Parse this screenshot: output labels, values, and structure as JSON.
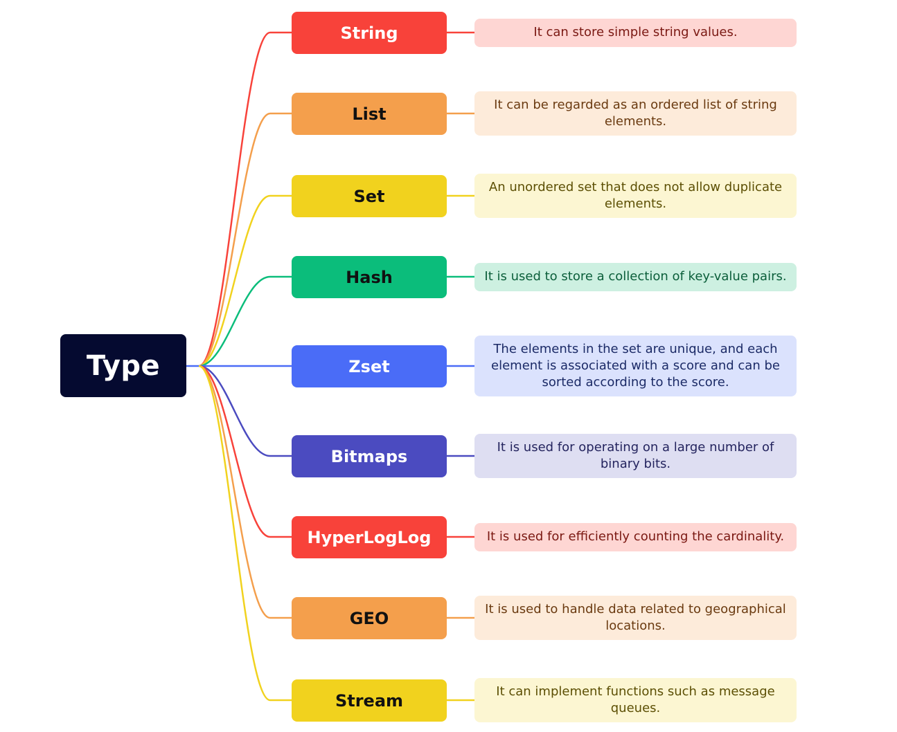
{
  "root": {
    "label": "Type",
    "color": "#050a30"
  },
  "types": [
    {
      "name": "String",
      "description": "It can store simple string values.",
      "color": "#f8423a",
      "text_color": "#ffffff",
      "desc_bg": "#fed6d3",
      "desc_text": "#7a1812"
    },
    {
      "name": "List",
      "description": "It can be regarded as an ordered list of string elements.",
      "color": "#f49f4c",
      "text_color": "#111111",
      "desc_bg": "#fdebda",
      "desc_text": "#6a3a10"
    },
    {
      "name": "Set",
      "description": "An unordered set that does not allow duplicate elements.",
      "color": "#f1d21e",
      "text_color": "#111111",
      "desc_bg": "#fcf6d2",
      "desc_text": "#5c4f04"
    },
    {
      "name": "Hash",
      "description": "It is used to store a collection of key-value pairs.",
      "color": "#0bbd7b",
      "text_color": "#111111",
      "desc_bg": "#cdf0e1",
      "desc_text": "#0b5e3a"
    },
    {
      "name": "Zset",
      "description": "The elements in the set are unique, and each element is associated with a score and can be sorted according to the score.",
      "color": "#4a6cf7",
      "text_color": "#ffffff",
      "desc_bg": "#dbe2fd",
      "desc_text": "#1b2a66"
    },
    {
      "name": "Bitmaps",
      "description": "It is used for operating on a large number of binary bits.",
      "color": "#4b4bc0",
      "text_color": "#ffffff",
      "desc_bg": "#dedef2",
      "desc_text": "#24245e"
    },
    {
      "name": "HyperLogLog",
      "description": "It is used for efficiently counting the cardinality.",
      "color": "#f8423a",
      "text_color": "#ffffff",
      "desc_bg": "#fed6d3",
      "desc_text": "#7a1812"
    },
    {
      "name": "GEO",
      "description": "It is used to handle data related to geographical locations.",
      "color": "#f49f4c",
      "text_color": "#111111",
      "desc_bg": "#fdebda",
      "desc_text": "#6a3a10"
    },
    {
      "name": "Stream",
      "description": "It can implement functions such as message queues.",
      "color": "#f1d21e",
      "text_color": "#111111",
      "desc_bg": "#fcf6d2",
      "desc_text": "#5c4f04"
    }
  ]
}
